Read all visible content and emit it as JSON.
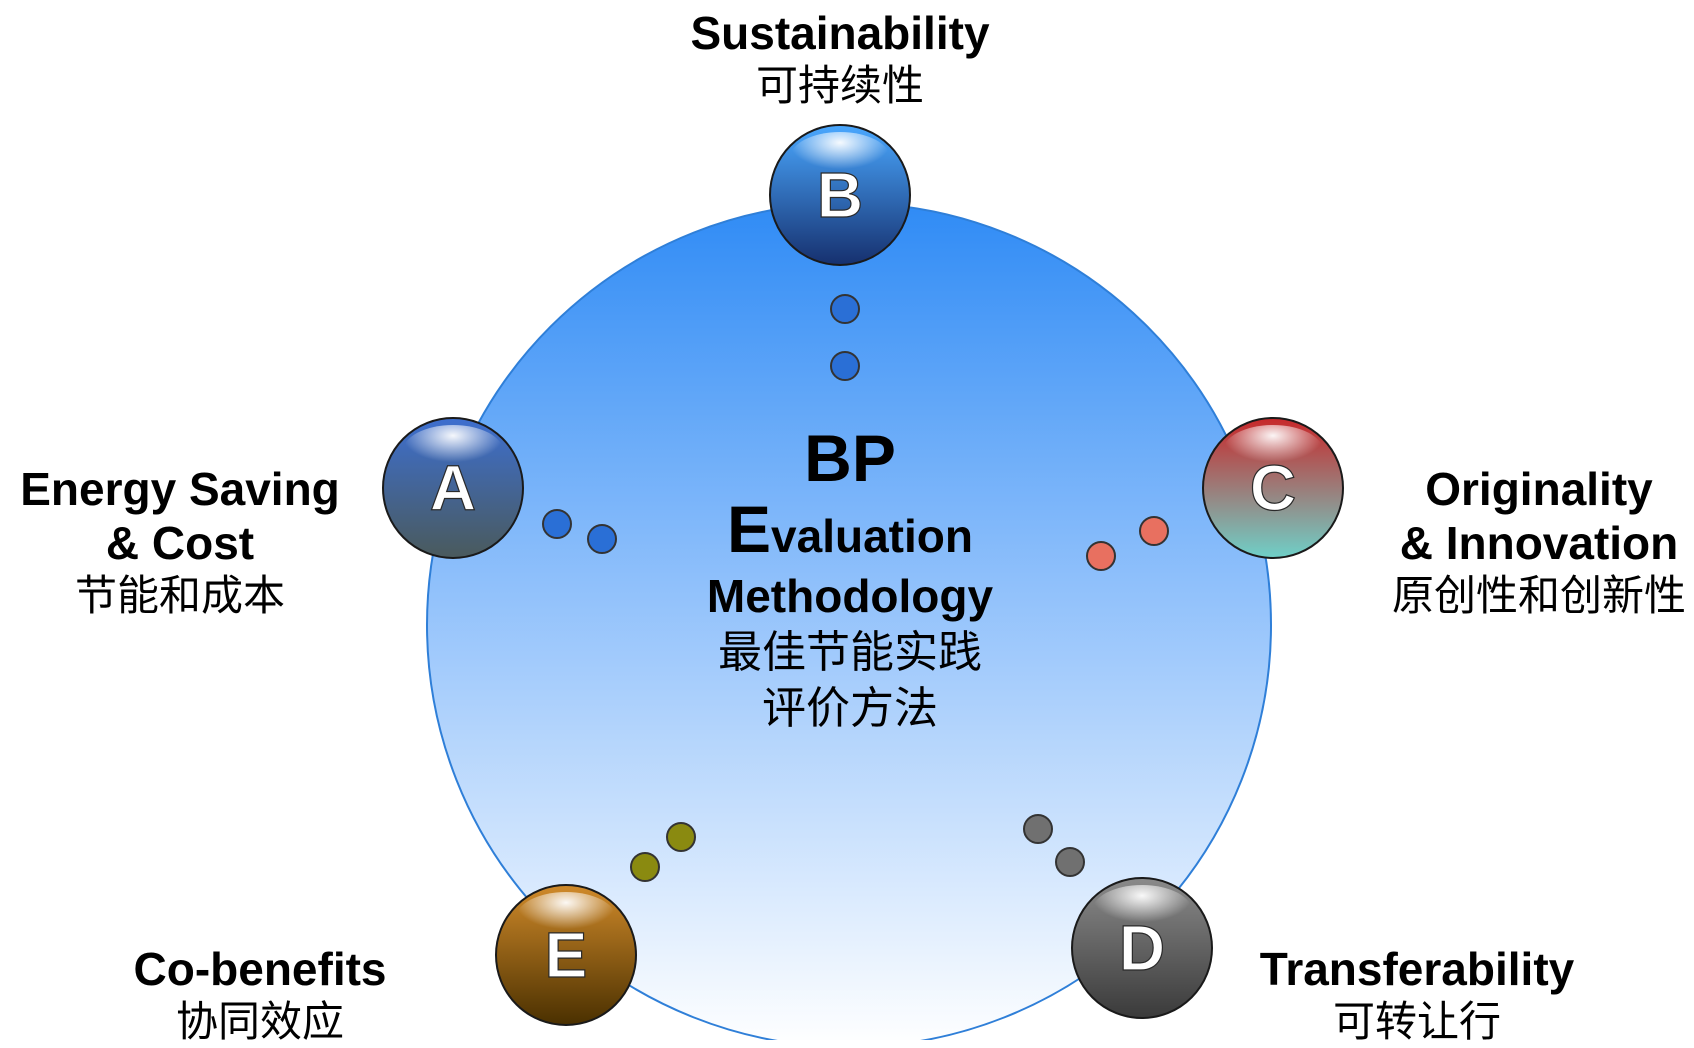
{
  "center": {
    "line1": "BP",
    "line2_cap": "E",
    "line2_rest": "valuation",
    "line3": "Methodology",
    "line4": "最佳节能实践",
    "line5": "评价方法"
  },
  "nodes": [
    {
      "key": "A",
      "letter": "A",
      "title": "Energy Saving\n& Cost",
      "subtitle": "节能和成本",
      "top": "#3d6fd0",
      "bottom": "#4a5a5c"
    },
    {
      "key": "B",
      "letter": "B",
      "title": "Sustainability",
      "subtitle": "可持续性",
      "top": "#4aa8ff",
      "bottom": "#16306e"
    },
    {
      "key": "C",
      "letter": "C",
      "title": "Originality\n& Innovation",
      "subtitle": "原创性和创新性",
      "top": "#c8282a",
      "bottom": "#6fd0c8"
    },
    {
      "key": "D",
      "letter": "D",
      "title": "Transferability",
      "subtitle": "可转让行",
      "top": "#8a8a8a",
      "bottom": "#3a3a3a"
    },
    {
      "key": "E",
      "letter": "E",
      "title": "Co-benefits",
      "subtitle": "协同效应",
      "top": "#d08a2a",
      "bottom": "#4a3000"
    }
  ],
  "colors": {
    "circle_top": "#3a8ff5",
    "circle_bottom": "#ffffff",
    "dot_blue": "#2a6fd6",
    "dot_red": "#e87060",
    "dot_gray": "#707070",
    "dot_olive": "#8a8a10"
  }
}
